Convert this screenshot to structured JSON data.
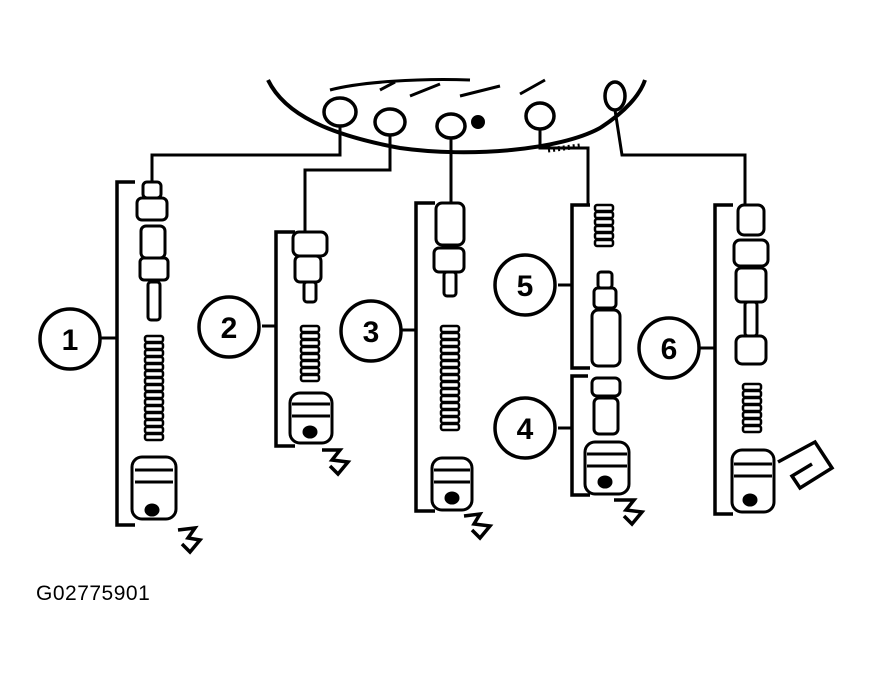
{
  "figure_id": "G02775901",
  "callouts": [
    "1",
    "2",
    "3",
    "4",
    "5",
    "6"
  ],
  "colors": {
    "ink": "#000000",
    "paper": "#ffffff"
  }
}
